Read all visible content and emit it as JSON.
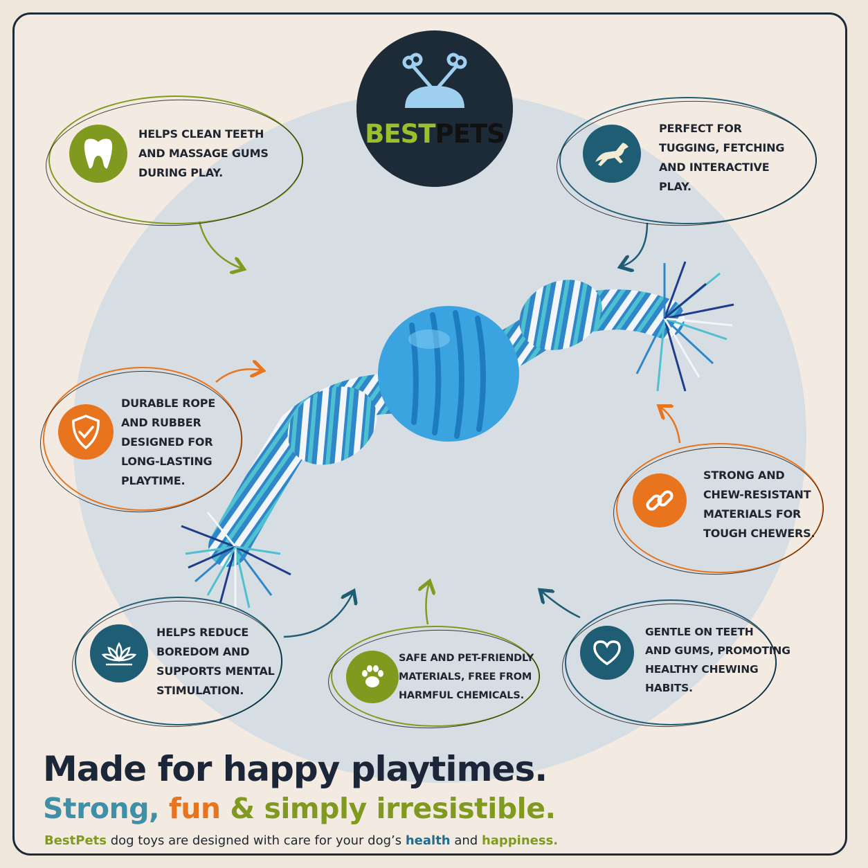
{
  "colors": {
    "green": "#7f9a1e",
    "teal": "#1f5d75",
    "orange": "#e8741e",
    "navy": "#1b2738",
    "logo_bg": "#1d2a38",
    "toy_blue": "#3aa3e0"
  },
  "logo": {
    "brand_part1": "BEST",
    "brand_part2": "PETS",
    "icon": "bowl-with-crossed-bones-icon"
  },
  "features": [
    {
      "text_lines": [
        "HELPS CLEAN TEETH",
        "AND MASSAGE GUMS",
        "DURING PLAY."
      ],
      "icon": "tooth-icon",
      "color": "green"
    },
    {
      "text_lines": [
        "PERFECT FOR",
        "TUGGING, FETCHING",
        "AND INTERACTIVE",
        "PLAY."
      ],
      "icon": "running-dog-icon",
      "color": "teal"
    },
    {
      "text_lines": [
        "DURABLE ROPE",
        "AND RUBBER",
        "DESIGNED FOR",
        "LONG-LASTING",
        "PLAYTIME."
      ],
      "icon": "shield-check-icon",
      "color": "orange"
    },
    {
      "text_lines": [
        "STRONG AND",
        "CHEW-RESISTANT",
        "MATERIALS FOR",
        "TOUGH CHEWERS."
      ],
      "icon": "chain-link-icon",
      "color": "orange"
    },
    {
      "text_lines": [
        "HELPS REDUCE",
        "BOREDOM AND",
        "SUPPORTS MENTAL",
        "STIMULATION."
      ],
      "icon": "lotus-icon",
      "color": "teal"
    },
    {
      "text_lines": [
        "SAFE AND PET-FRIENDLY",
        "MATERIALS, FREE FROM",
        "HARMFUL CHEMICALS."
      ],
      "icon": "paw-icon",
      "color": "green"
    },
    {
      "text_lines": [
        "GENTLE ON TEETH",
        "AND GUMS, PROMOTING",
        "HEALTHY CHEWING",
        "HABITS."
      ],
      "icon": "heart-icon",
      "color": "teal"
    }
  ],
  "headline": "Made for happy playtimes.",
  "subhead": {
    "part1": "Strong, ",
    "part2": "fun",
    "part3": " & ",
    "part4": "simply irresistible."
  },
  "tagline": {
    "brand": "BestPets",
    "part1": " dog toys are designed with care for your dog’s ",
    "word1": "health",
    "part2": " and ",
    "word2": "happiness."
  }
}
